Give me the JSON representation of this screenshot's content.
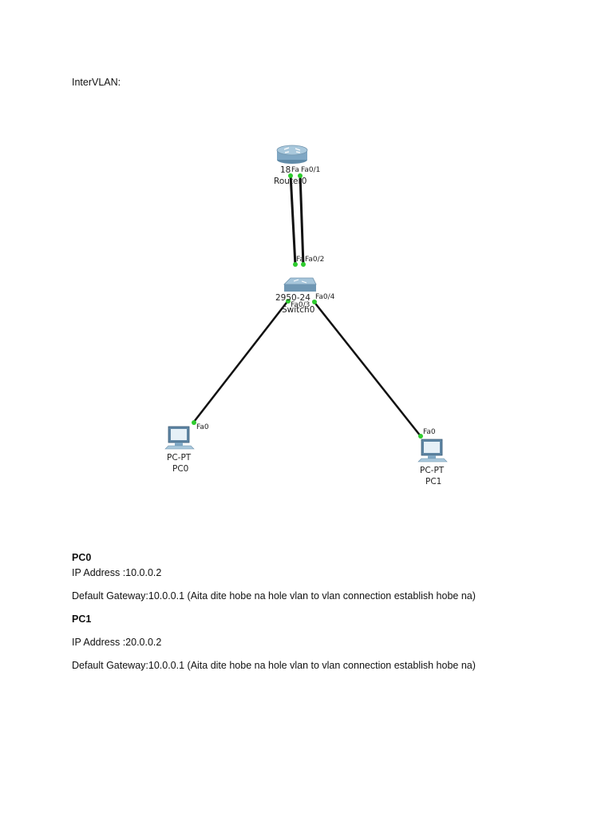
{
  "title": "InterVLAN:",
  "topology": {
    "router": {
      "model": "18",
      "name": "Router0",
      "ports": [
        "Fa",
        "Fa0/1"
      ]
    },
    "switch": {
      "model": "2950-24",
      "name": "Switch0",
      "ports": [
        "Fa",
        "Fa0/2",
        "Fa0/3",
        "Fa0/4"
      ]
    },
    "pc0": {
      "type": "PC-PT",
      "name": "PC0",
      "port": "Fa0"
    },
    "pc1": {
      "type": "PC-PT",
      "name": "PC1",
      "port": "Fa0"
    },
    "colors": {
      "link": "#111111",
      "port_up": "#2ecc2e"
    }
  },
  "pc0_section": {
    "heading": "PC0",
    "ip": "IP Address :10.0.0.2",
    "gateway": "Default Gateway:10.0.0.1 (Aita dite hobe na hole vlan to vlan connection establish hobe na)"
  },
  "pc1_section": {
    "heading": "PC1",
    "ip": "IP Address :20.0.0.2",
    "gateway": "Default Gateway:10.0.0.1 (Aita dite hobe na hole vlan to vlan connection establish hobe na)"
  }
}
